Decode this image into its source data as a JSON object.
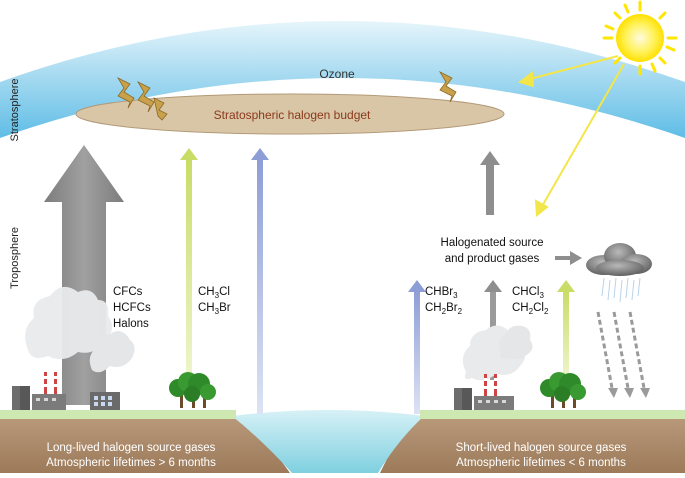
{
  "layers": {
    "stratosphere": "Stratosphere",
    "troposphere": "Troposphere"
  },
  "ozone": "Ozone",
  "budget": "Stratospheric halogen budget",
  "long_lived": {
    "gases": [
      "CFCs",
      "HCFCs",
      "Halons"
    ],
    "caption_line1": "Long-lived halogen source gases",
    "caption_line2": "Atmospheric lifetimes > 6 months"
  },
  "natural_long": {
    "line1": [
      "CH",
      "3",
      "Cl"
    ],
    "line2": [
      "CH",
      "3",
      "Br"
    ]
  },
  "short_lived": {
    "bromo": {
      "line1": [
        "CHBr",
        "3",
        ""
      ],
      "line2": [
        "CH",
        "2",
        "Br",
        "2"
      ]
    },
    "chloro": {
      "line1": [
        "CHCl",
        "3",
        ""
      ],
      "line2": [
        "CH",
        "2",
        "Cl",
        "2"
      ]
    },
    "product_line1": "Halogenated source",
    "product_line2": "and product gases",
    "caption_line1": "Short-lived halogen source gases",
    "caption_line2": "Atmospheric lifetimes < 6 months"
  },
  "icons": [
    "sun-icon",
    "lightning-icon",
    "cloud-icon",
    "rain-icon",
    "factory-icon",
    "tree-icon"
  ],
  "colors": {
    "gray_arrow": "#8a8a8a",
    "green_arrow": "#d9e89a",
    "blue_arrow": "#a9b6dc",
    "stratosphere": "#6cc3e8",
    "ground": "#ad8a6a",
    "sun": "#ffe600"
  }
}
